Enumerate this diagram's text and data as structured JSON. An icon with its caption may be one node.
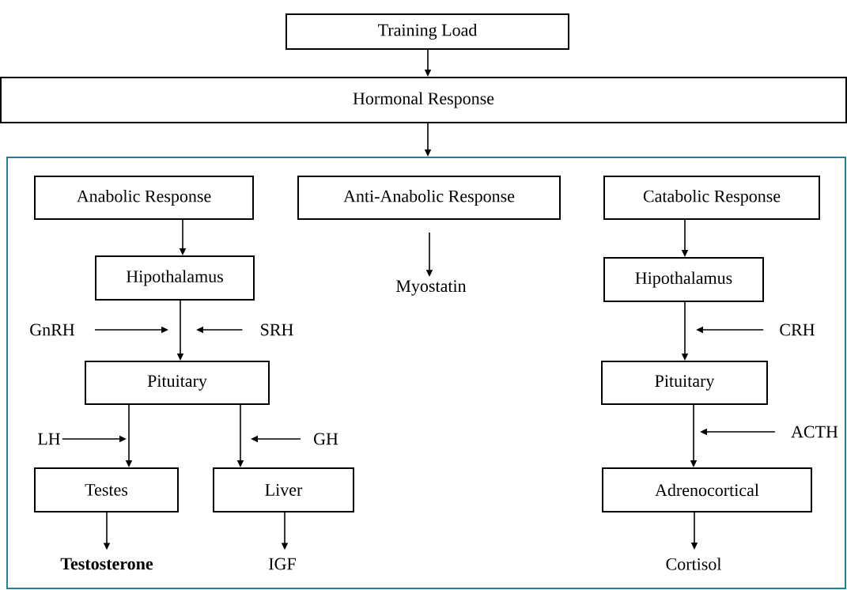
{
  "diagram": {
    "nodes": [
      {
        "text": [
          "Training Load"
        ]
      },
      {
        "text": [
          "Hormonal Response"
        ]
      },
      {
        "text": [],
        "shape": "box"
      },
      {
        "text": [
          "Anabolic Response"
        ],
        "in": 2
      },
      {
        "text": [
          "Anti-Anabolic Response"
        ],
        "in": 2
      },
      {
        "text": [
          "Catabolic Response"
        ],
        "in": 2
      },
      {
        "text": [
          "Hipothalamus"
        ],
        "in": 2
      },
      {
        "text": [
          "Myostatin"
        ],
        "in": 2
      },
      {
        "text": [
          "Hipothalamus"
        ],
        "in": 2
      },
      {
        "text": [
          "GnRH"
        ],
        "in": 2
      },
      {
        "text": [
          "SRH"
        ],
        "in": 2
      },
      {
        "text": [
          "CRH"
        ],
        "in": 2
      },
      {
        "text": [
          "Pituitary"
        ],
        "in": 2
      },
      {
        "text": [
          "Pituitary"
        ],
        "in": 2
      },
      {
        "text": [
          "LH"
        ],
        "in": 2
      },
      {
        "text": [
          "GH"
        ],
        "in": 2
      },
      {
        "text": [
          "ACTH"
        ],
        "in": 2
      },
      {
        "text": [
          "Testes"
        ],
        "in": 2
      },
      {
        "text": [
          "Liver"
        ],
        "in": 2
      },
      {
        "text": [
          "Adrenocortical"
        ],
        "in": 2
      },
      {
        "text": [
          "Testosterone"
        ],
        "in": 2
      },
      {
        "text": [
          "IGF"
        ],
        "in": 2
      },
      {
        "text": [
          "Cortisol"
        ],
        "in": 2
      }
    ],
    "edges": [
      {
        "from": 0,
        "to": 1,
        "arrow": "to"
      },
      {
        "from": 1,
        "to": 2,
        "arrow": "to"
      },
      {
        "from": 3,
        "to": 6,
        "arrow": "to"
      },
      {
        "from": 4,
        "to": 7,
        "arrow": "to"
      },
      {
        "from": 5,
        "to": 8,
        "arrow": "to"
      },
      {
        "from": 6,
        "to": 12,
        "arrow": "to"
      },
      {
        "from": 9,
        "to": null,
        "arrow": "to"
      },
      {
        "from": 10,
        "to": null,
        "arrow": "to"
      },
      {
        "from": 8,
        "to": 13,
        "arrow": "to"
      },
      {
        "from": 11,
        "to": null,
        "arrow": "to"
      },
      {
        "from": 12,
        "to": 17,
        "arrow": "to"
      },
      {
        "from": 12,
        "to": 18,
        "arrow": "to"
      },
      {
        "from": 13,
        "to": 19,
        "arrow": "to"
      },
      {
        "from": 14,
        "to": null,
        "arrow": "to"
      },
      {
        "from": 15,
        "to": null,
        "arrow": "to"
      },
      {
        "from": 16,
        "to": null,
        "arrow": "to"
      },
      {
        "from": 17,
        "to": 20,
        "arrow": "to"
      },
      {
        "from": 18,
        "to": 21,
        "arrow": "to"
      },
      {
        "from": 19,
        "to": 22,
        "arrow": "to"
      }
    ]
  }
}
